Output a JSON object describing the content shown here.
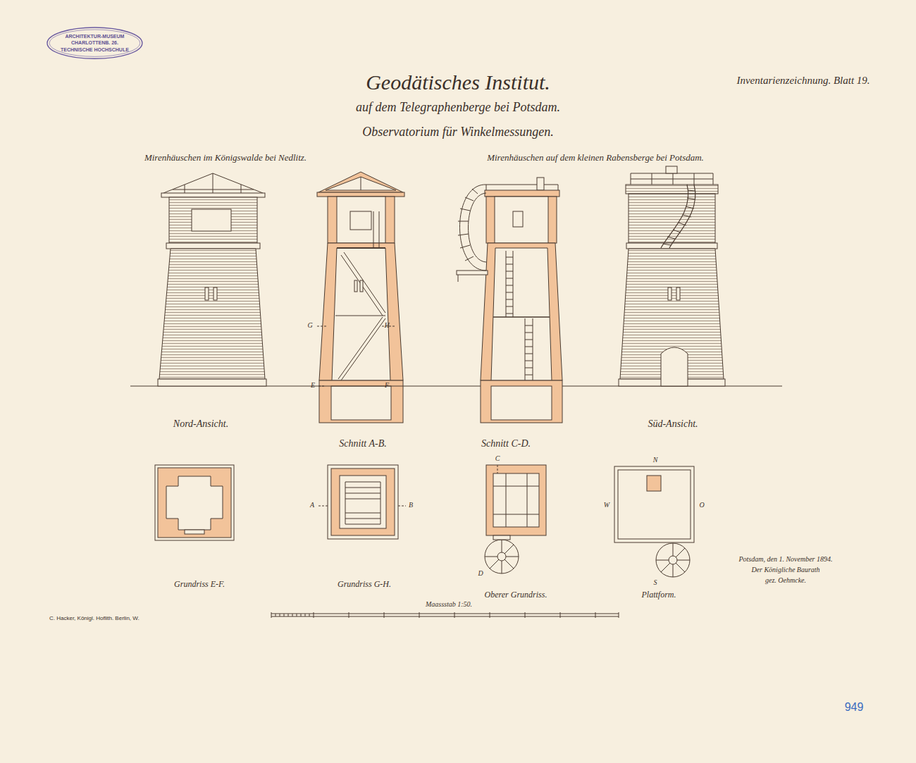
{
  "diagram": {
    "title": "Geodätisches Institut.",
    "nodes": [
      {
        "text": [
          "ARCHITEKTUR-MUSEUM",
          "CHARLOTTENB. 26.",
          "TECHNISCHE HOCHSCHULE"
        ]
      }
    ],
    "labels": [
      "auf dem Telegraphenberge bei Potsdam.",
      "Observatorium für Winkelmessungen.",
      "Inventarienzeichnung. Blatt 19.",
      "Mirenhäuschen im Königswalde bei Nedlitz.",
      "Mirenhäuschen auf dem kleinen Rabensberge bei Potsdam.",
      "Nord-Ansicht.",
      "Schnitt A-B.",
      "Schnitt C-D.",
      "Süd-Ansicht.",
      "Grundriss E-F.",
      "Grundriss G-H.",
      "Oberer Grundriss.",
      "Plattform.",
      "Maassstab 1:50.",
      "Potsdam, den 1. November 1894.",
      "Der Königliche Baurath",
      "gez. Oehmcke.",
      "C. Hacker, Königl. Hoflith. Berlin, W.",
      "949",
      "G",
      "H",
      "E",
      "F",
      "A",
      "B",
      "C",
      "D",
      "N",
      "W",
      "O",
      "S"
    ]
  }
}
